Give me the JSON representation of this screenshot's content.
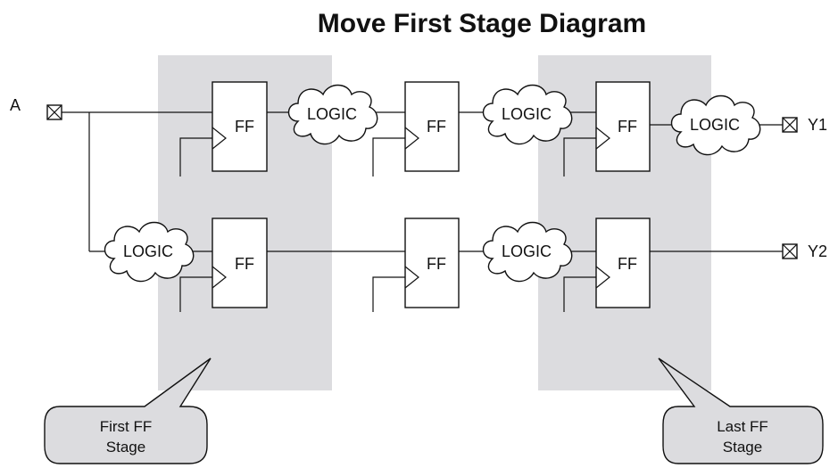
{
  "title": "Move First Stage Diagram",
  "ports": {
    "input": "A",
    "output1": "Y1",
    "output2": "Y2"
  },
  "ff_label": "FF",
  "logic_label": "LOGIC",
  "callouts": {
    "first": {
      "line1": "First FF",
      "line2": "Stage"
    },
    "last": {
      "line1": "Last FF",
      "line2": "Stage"
    }
  },
  "colors": {
    "stage_band": "#dcdcdf",
    "line": "#111111"
  }
}
